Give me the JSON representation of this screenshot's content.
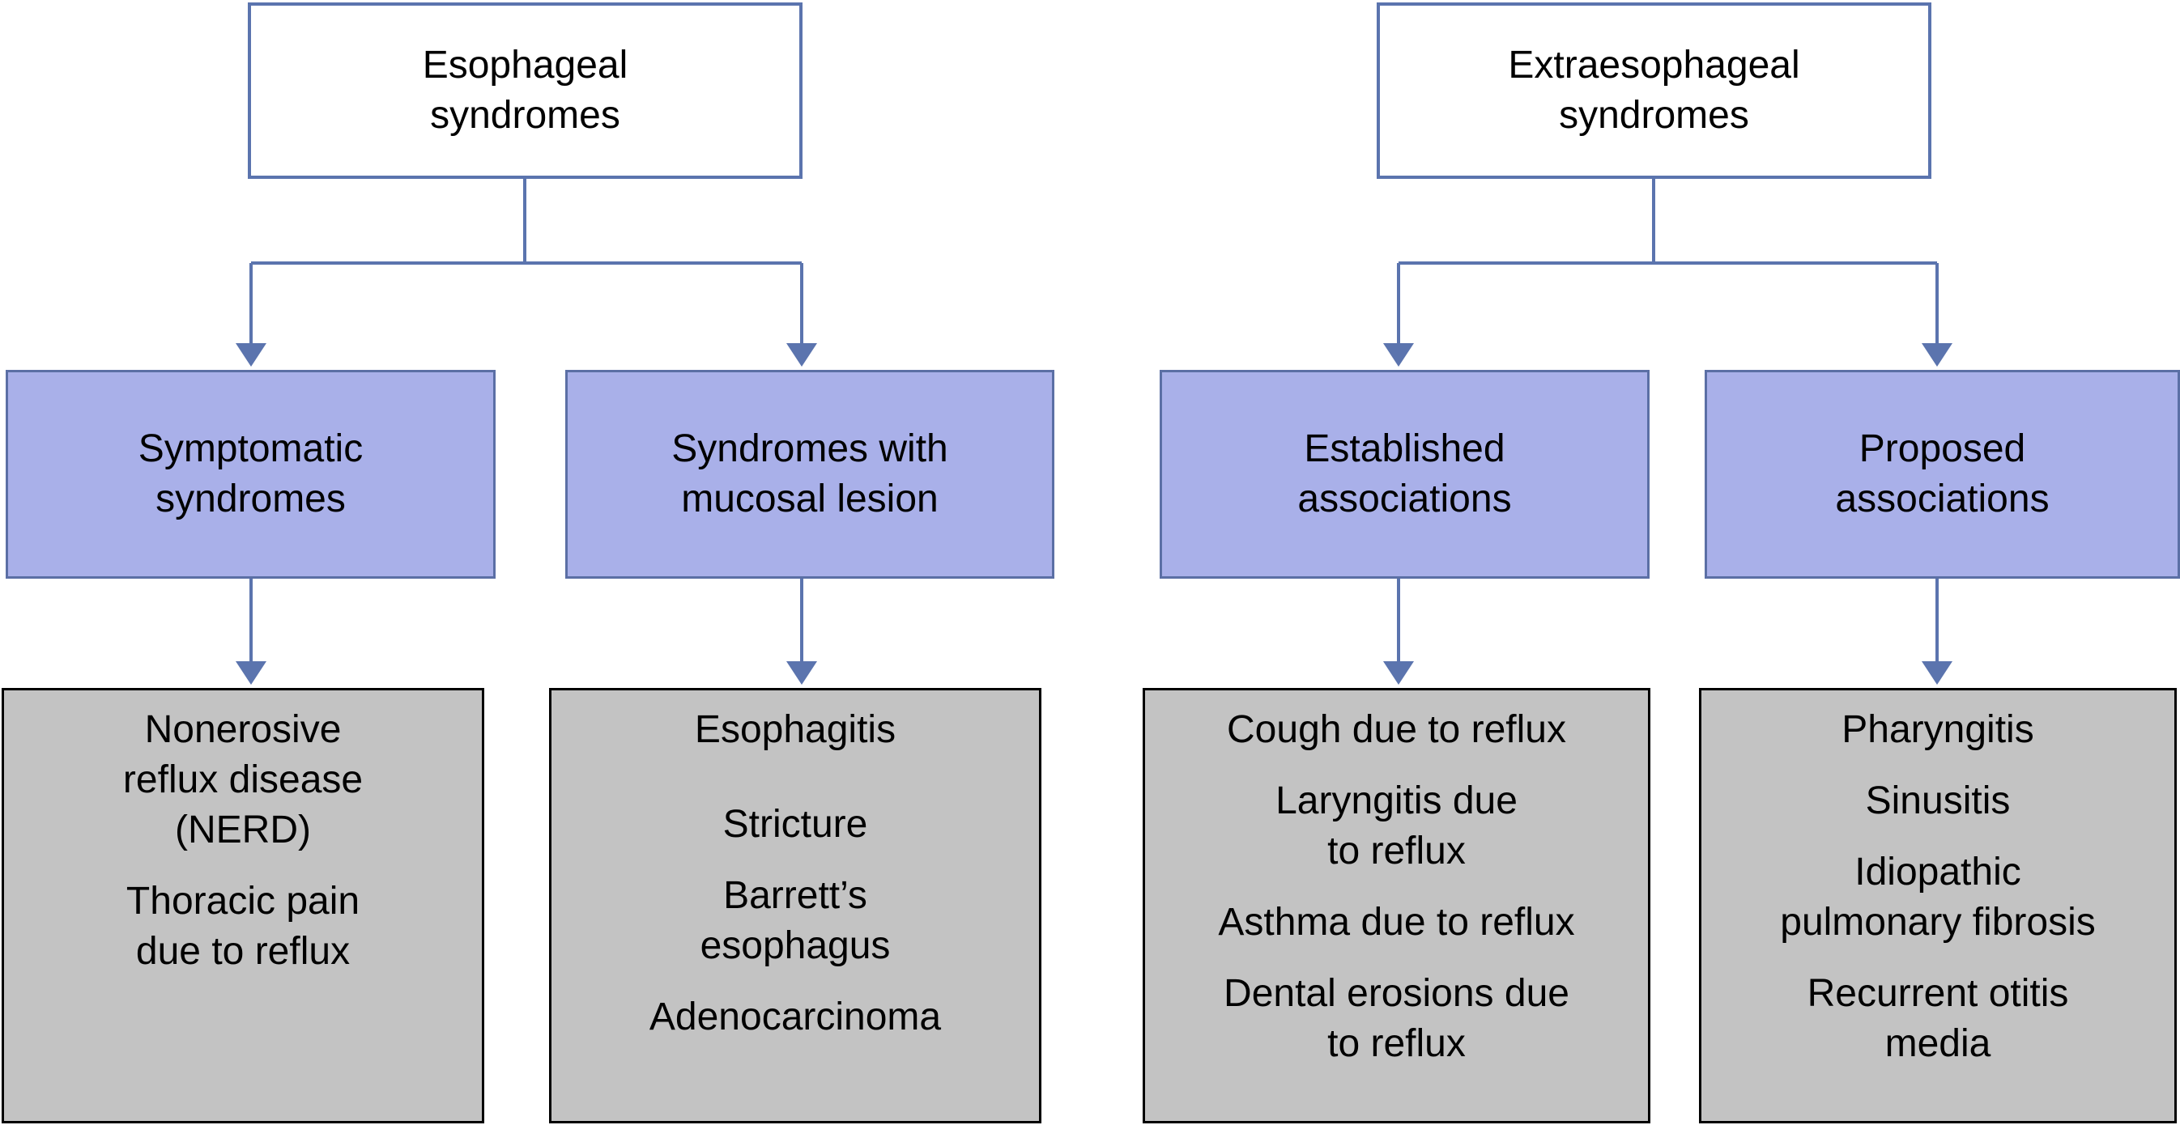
{
  "colors": {
    "node_border_blue": "#5b74ae",
    "level2_fill": "#a9b0e9",
    "level2_border": "#5b6fa5",
    "level3_fill": "#c3c3c3",
    "level3_border": "#000000",
    "connector": "#5b74ae",
    "text": "#000000",
    "background": "#ffffff"
  },
  "nodes": {
    "esophageal": {
      "label": "Esophageal\nsyndromes"
    },
    "extraesophageal": {
      "label": "Extraesophageal\nsyndromes"
    },
    "symptomatic": {
      "label": "Symptomatic\nsyndromes"
    },
    "mucosal": {
      "label": "Syndromes with\nmucosal lesion"
    },
    "established": {
      "label": "Established\nassociations"
    },
    "proposed": {
      "label": "Proposed\nassociations"
    },
    "symptomatic_children": {
      "items": [
        "Nonerosive\nreflux disease\n(NERD)",
        "Thoracic pain\ndue to reflux"
      ]
    },
    "mucosal_children": {
      "items": [
        "Esophagitis",
        "Stricture",
        "Barrett’s\nesophagus",
        "Adenocarcinoma"
      ]
    },
    "established_children": {
      "items": [
        "Cough due to reflux",
        "Laryngitis due\nto reflux",
        "Asthma due to reflux",
        "Dental erosions due\nto reflux"
      ]
    },
    "proposed_children": {
      "items": [
        "Pharyngitis",
        "Sinusitis",
        "Idiopathic\npulmonary fibrosis",
        "Recurrent otitis\nmedia"
      ]
    }
  }
}
